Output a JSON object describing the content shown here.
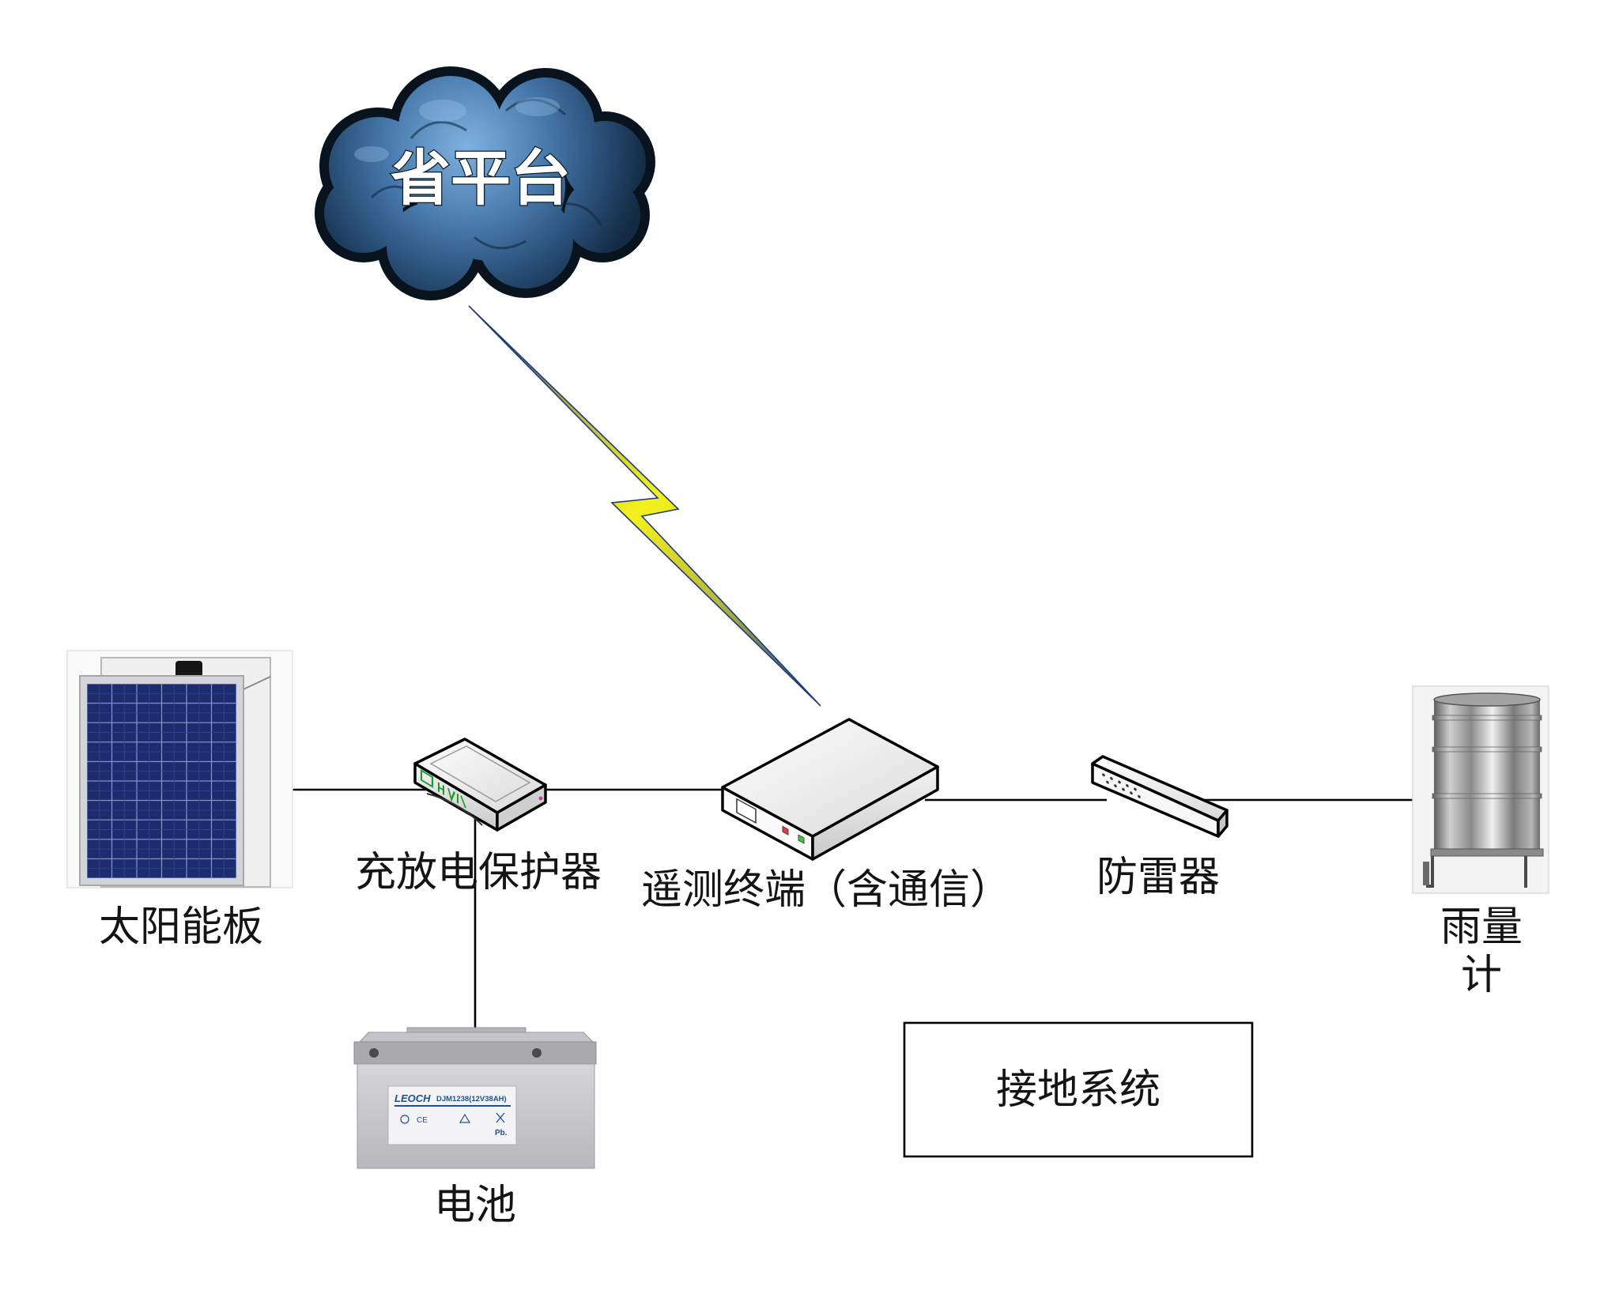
{
  "diagram": {
    "platform": {
      "label": "省平台"
    },
    "solar_panel": {
      "label": "太阳能板"
    },
    "charge_controller": {
      "label": "充放电保护器"
    },
    "battery": {
      "label": "电池",
      "brand": "LEOCH",
      "model": "DJM1238(12V38AH)",
      "mark_ce": "CE",
      "mark_pb": "Pb."
    },
    "rtu": {
      "label": "遥测终端（含通信）"
    },
    "surge_protector": {
      "label": "防雷器"
    },
    "rain_gauge": {
      "label_line1": "雨量",
      "label_line2": "计"
    },
    "grounding_system": {
      "label": "接地系统"
    }
  },
  "colors": {
    "wire": "#000000",
    "cloud_outline": "#08131d",
    "cloud_light": "#6fa3d6",
    "cloud_dark": "#1c3b5c",
    "bolt_yellow": "#f5f11c",
    "bolt_navy": "#1f3c7c",
    "solar_cell": "#1b2d6e",
    "label_text": "#141414"
  }
}
